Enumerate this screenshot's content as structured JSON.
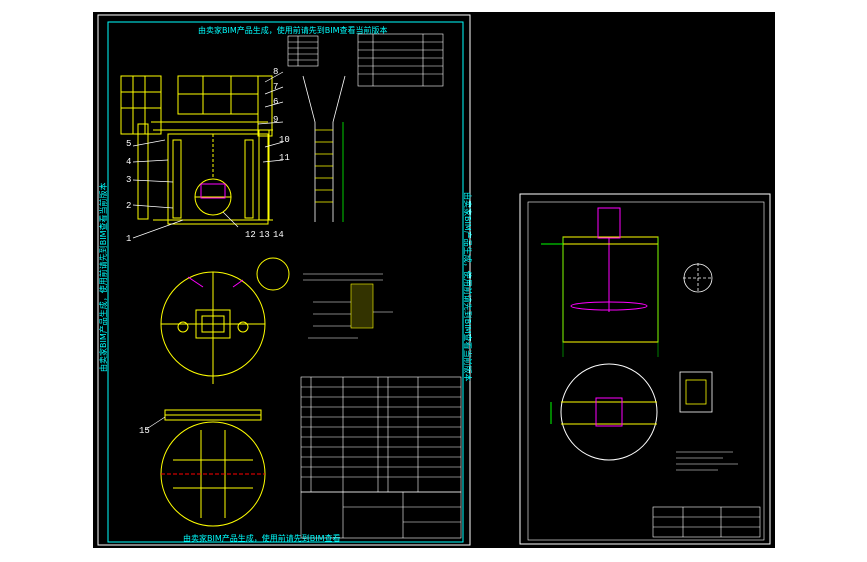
{
  "watermark": {
    "top": "由卖家BIM产品生成，使用前请先到BIM查看当前版本",
    "bottom": "由卖家BIM产品生成，使用前请先到BIM查看"
  },
  "callouts_left": [
    "5",
    "4",
    "3",
    "2",
    "1"
  ],
  "callouts_right": [
    "8",
    "7",
    "6",
    "9",
    "10",
    "11"
  ],
  "callouts_bottom": [
    "12",
    "13",
    "14"
  ],
  "callout_15": "15",
  "colors": {
    "background": "#000000",
    "frame": "#ffffff",
    "border": "#00ffff",
    "structure": "#ffff00",
    "dimension": "#00ff00",
    "accent": "#ff00ff"
  },
  "icons": [
    "drawing-sheet-left",
    "drawing-sheet-right"
  ]
}
